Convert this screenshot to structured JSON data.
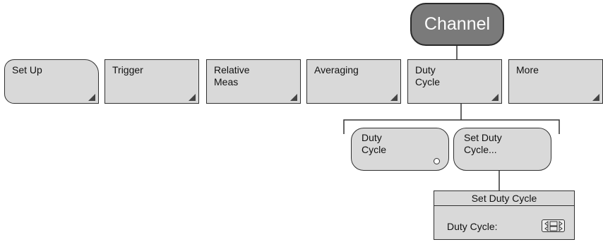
{
  "channel_label": "Channel",
  "softkeys": [
    {
      "line1": "Set Up",
      "line2": ""
    },
    {
      "line1": "Trigger",
      "line2": ""
    },
    {
      "line1": "Relative",
      "line2": "Meas"
    },
    {
      "line1": "Averaging",
      "line2": ""
    },
    {
      "line1": "Duty",
      "line2": "Cycle"
    },
    {
      "line1": "More",
      "line2": ""
    }
  ],
  "submenu": [
    {
      "line1": "Duty",
      "line2": "Cycle"
    },
    {
      "line1": "Set Duty",
      "line2": "Cycle..."
    }
  ],
  "dialog": {
    "title": "Set Duty Cycle",
    "field_label": "Duty Cycle:"
  },
  "icons": {
    "toggle": "radio-circle-icon",
    "more": "submenu-corner-icon",
    "spinner": "spin-control-icon"
  }
}
